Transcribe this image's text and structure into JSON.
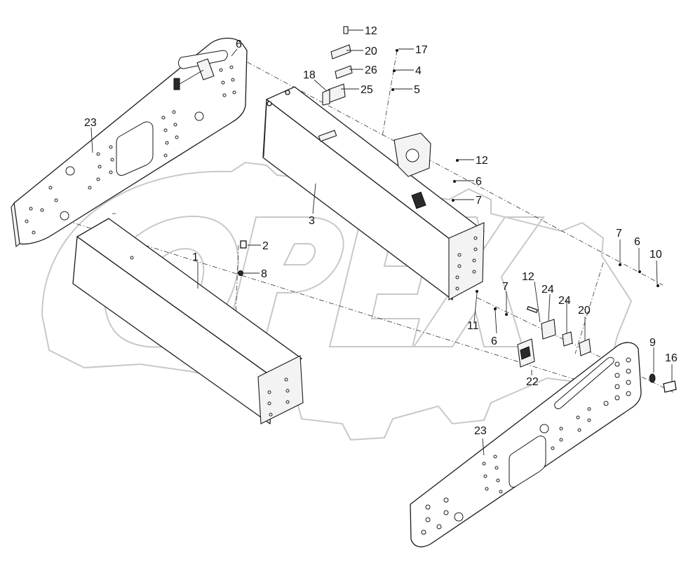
{
  "diagram": {
    "watermark_text": "OPEX",
    "callouts": [
      {
        "id": "c-12-top",
        "label": "12"
      },
      {
        "id": "c-20-top",
        "label": "20"
      },
      {
        "id": "c-26",
        "label": "26"
      },
      {
        "id": "c-25",
        "label": "25"
      },
      {
        "id": "c-18",
        "label": "18"
      },
      {
        "id": "c-17",
        "label": "17"
      },
      {
        "id": "c-4",
        "label": "4"
      },
      {
        "id": "c-5",
        "label": "5"
      },
      {
        "id": "c-6-left",
        "label": "6"
      },
      {
        "id": "c-23-left",
        "label": "23"
      },
      {
        "id": "c-3",
        "label": "3"
      },
      {
        "id": "c-12-mid",
        "label": "12"
      },
      {
        "id": "c-6-mid",
        "label": "6"
      },
      {
        "id": "c-7-mid",
        "label": "7"
      },
      {
        "id": "c-1",
        "label": "1"
      },
      {
        "id": "c-2",
        "label": "2"
      },
      {
        "id": "c-8",
        "label": "8"
      },
      {
        "id": "c-7-right",
        "label": "7"
      },
      {
        "id": "c-6-right",
        "label": "6"
      },
      {
        "id": "c-10",
        "label": "10"
      },
      {
        "id": "c-12-low",
        "label": "12"
      },
      {
        "id": "c-24-a",
        "label": "24"
      },
      {
        "id": "c-24-b",
        "label": "24"
      },
      {
        "id": "c-7-low",
        "label": "7"
      },
      {
        "id": "c-20-low",
        "label": "20"
      },
      {
        "id": "c-11",
        "label": "11"
      },
      {
        "id": "c-6-low",
        "label": "6"
      },
      {
        "id": "c-22",
        "label": "22"
      },
      {
        "id": "c-9",
        "label": "9"
      },
      {
        "id": "c-16",
        "label": "16"
      },
      {
        "id": "c-23-right",
        "label": "23"
      }
    ]
  }
}
